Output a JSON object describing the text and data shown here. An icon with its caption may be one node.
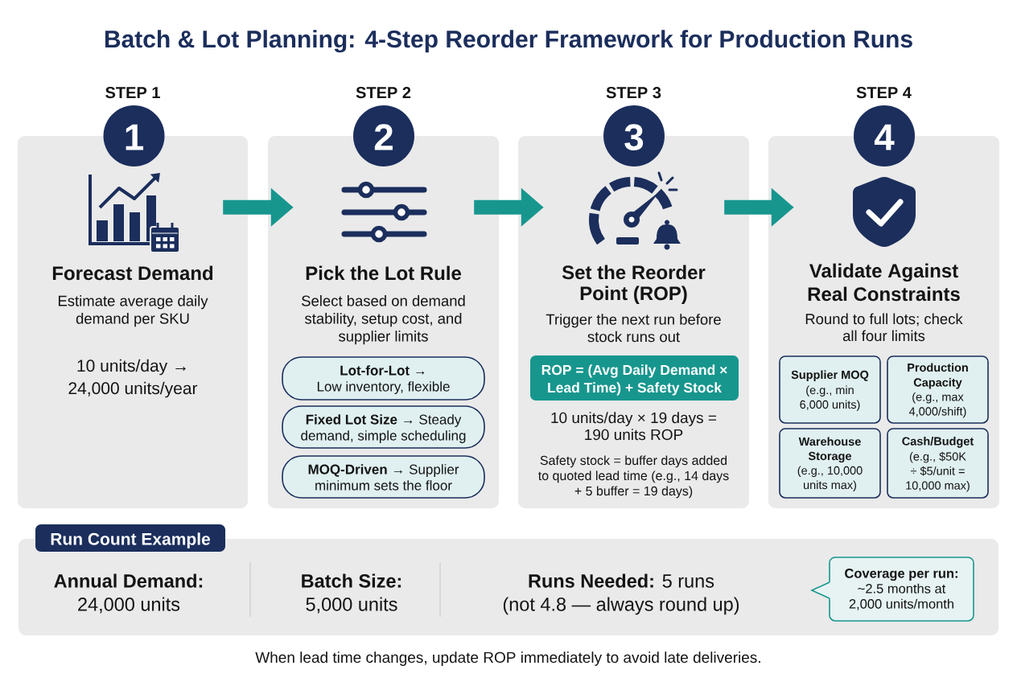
{
  "diagram": {
    "title": "Batch & Lot Planning: 4-Step Reorder Framework for Production Runs",
    "caption": "When lead time changes, update ROP immediately to avoid late deliveries.",
    "nodes": [
      {
        "text": [
          "STEP 1",
          "Forecast Demand",
          "Estimate average daily demand per SKU",
          "10 units/day → 24,000 units/year"
        ]
      },
      {
        "text": [
          "1"
        ]
      },
      {
        "text": [
          "STEP 2",
          "Pick the Lot Rule",
          "Select based on demand stability, setup cost, and supplier limits"
        ]
      },
      {
        "text": [
          "2"
        ]
      },
      {
        "text": [
          "Lot-for-Lot →",
          "Low inventory, flexible"
        ],
        "in": 2
      },
      {
        "text": [
          "Fixed Lot Size →",
          "Steady demand, simple scheduling"
        ],
        "in": 2
      },
      {
        "text": [
          "MOQ-Driven →",
          "Supplier minimum sets the floor"
        ],
        "in": 2
      },
      {
        "text": [
          "STEP 3",
          "Set the Reorder Point (ROP)",
          "Trigger the next run before stock runs out",
          "10 units/day × 19 days = 190 units ROP",
          "Safety stock = buffer days added to quoted lead time (e.g., 14 days + 5 buffer = 19 days)"
        ]
      },
      {
        "text": [
          "3"
        ]
      },
      {
        "text": [
          "ROP = (Avg Daily Demand × Lead Time) + Safety Stock"
        ],
        "in": 7
      },
      {
        "text": [
          "STEP 4",
          "Validate Against Real Constraints",
          "Round to full lots; check all four limits"
        ]
      },
      {
        "text": [
          "4"
        ]
      },
      {
        "text": [
          "Supplier MOQ",
          "(e.g., min 6,000 units)"
        ],
        "in": 10
      },
      {
        "text": [
          "Production Capacity",
          "(e.g., max 4,000/shift)"
        ],
        "in": 10
      },
      {
        "text": [
          "Warehouse Storage",
          "(e.g., 10,000 units max)"
        ],
        "in": 10
      },
      {
        "text": [
          "Cash/Budget",
          "(e.g., $50K ÷ $5/unit = 10,000 max)"
        ],
        "in": 10
      },
      {
        "text": [
          "Annual Demand:",
          "24,000 units",
          "Batch Size:",
          "5,000 units",
          "**Runs Needed:** 5 runs",
          "(not 4.8 — always round up)"
        ]
      },
      {
        "text": [
          "Run Count Example"
        ]
      },
      {
        "text": [
          "Coverage per run:",
          "~2.5 months at 2,000 units/month"
        ],
        "in": 16
      }
    ],
    "edges": [
      {
        "from": 0,
        "to": 2,
        "arrow": "to"
      },
      {
        "from": 2,
        "to": 7,
        "arrow": "to"
      },
      {
        "from": 7,
        "to": 10,
        "arrow": "to"
      }
    ]
  }
}
